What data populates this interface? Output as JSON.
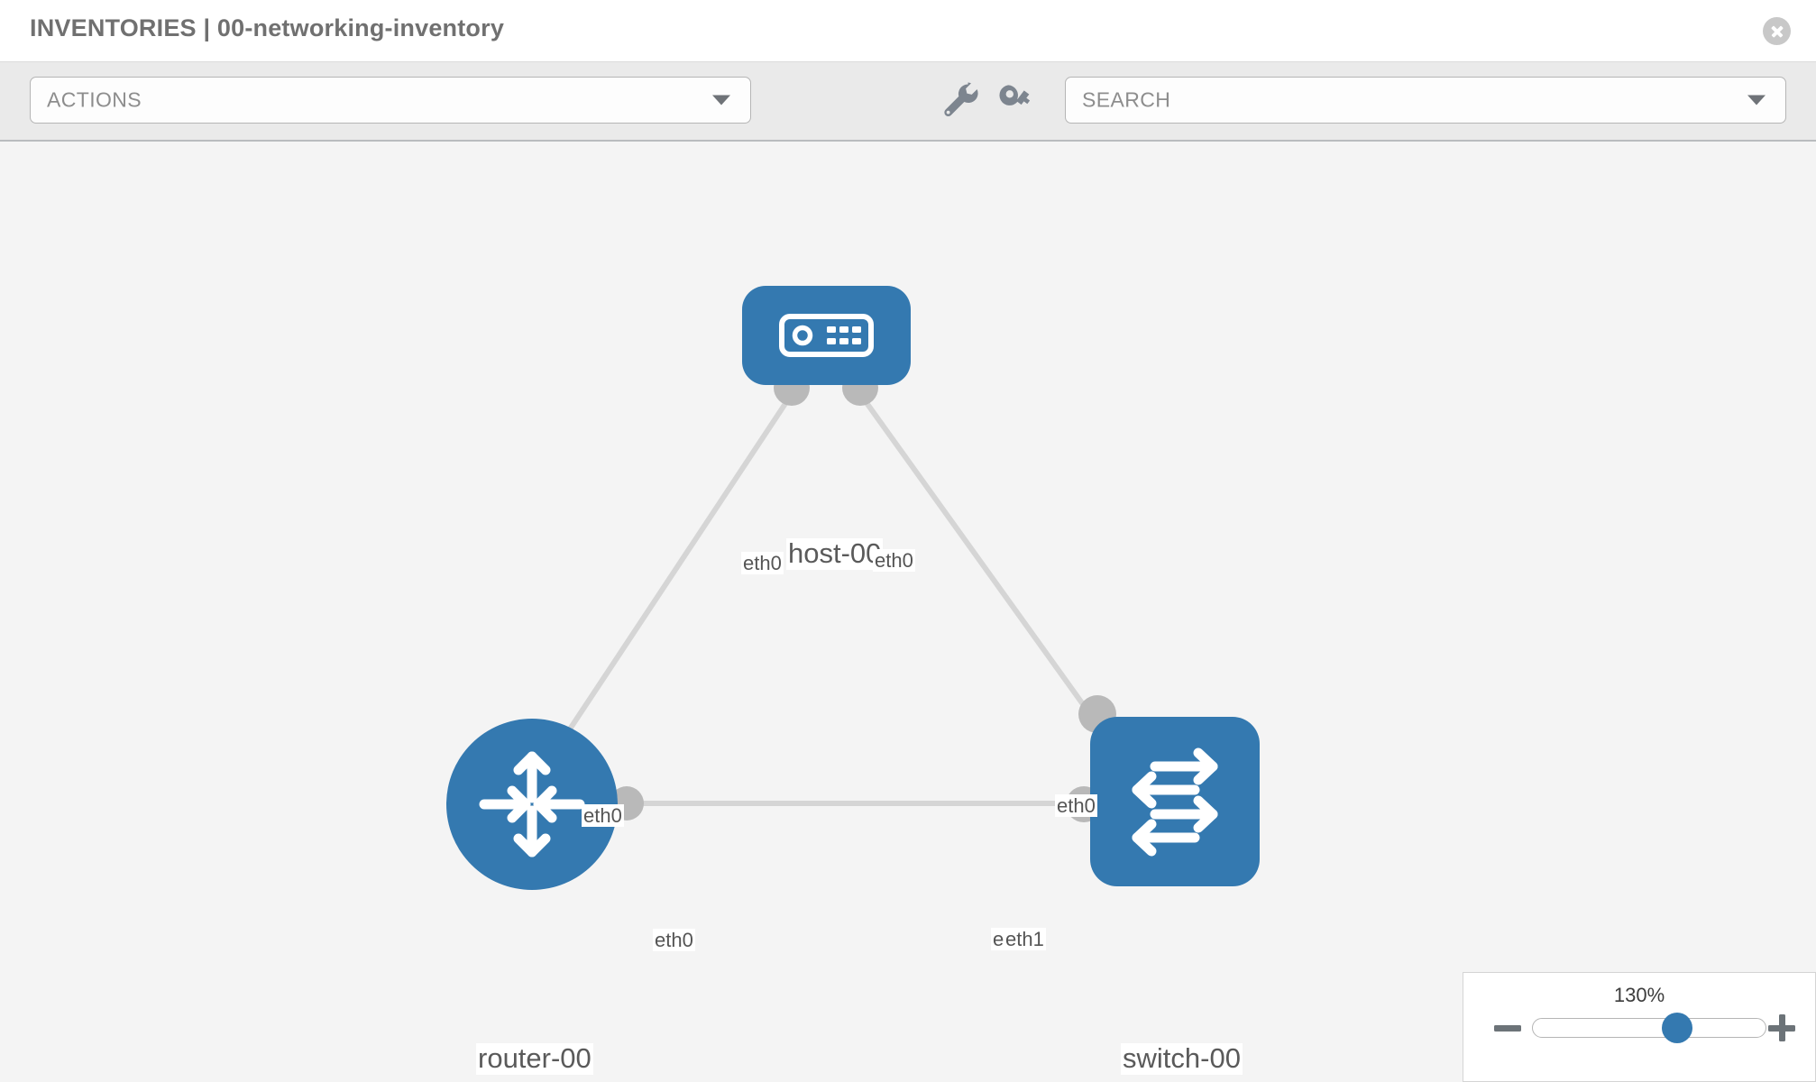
{
  "header": {
    "title": "INVENTORIES | 00-networking-inventory",
    "close_icon": "close-icon"
  },
  "toolbar": {
    "actions_label": "ACTIONS",
    "search_label": "SEARCH",
    "caret_icon": "chevron-down-icon",
    "wrench_icon": "wrench-icon",
    "key_icon": "key-icon"
  },
  "topology": {
    "nodes": [
      {
        "id": "host-00",
        "label": "host-00",
        "icon": "server-icon",
        "shape": "rounded-rect"
      },
      {
        "id": "router-00",
        "label": "router-00",
        "icon": "router-arrows-icon",
        "shape": "circle"
      },
      {
        "id": "switch-00",
        "label": "switch-00",
        "icon": "switch-arrows-icon",
        "shape": "rounded-square"
      }
    ],
    "links": [
      {
        "from": "host-00",
        "from_iface": "eth0",
        "to": "router-00",
        "to_iface": "eth0"
      },
      {
        "from": "host-00",
        "from_iface": "eth0",
        "to": "switch-00",
        "to_iface": "eth0"
      },
      {
        "from": "router-00",
        "from_iface": "eth0",
        "to": "switch-00",
        "to_iface": "eth1"
      }
    ],
    "interface_labels": {
      "host_left": "eth0",
      "host_right": "eth0",
      "router_uplink": "eth0",
      "switch_uplink": "eth0",
      "router_right": "eth0",
      "switch_left_back": "eth0",
      "switch_left_front": "eth1"
    },
    "colors": {
      "node_fill": "#3479b0",
      "port_fill": "#b9b9b9",
      "link_stroke": "#d5d5d5",
      "canvas_bg": "#f4f4f4"
    }
  },
  "zoom_control": {
    "value": "130%",
    "minus_icon": "minus-icon",
    "plus_icon": "plus-icon",
    "thumb_position_percent": 62
  }
}
